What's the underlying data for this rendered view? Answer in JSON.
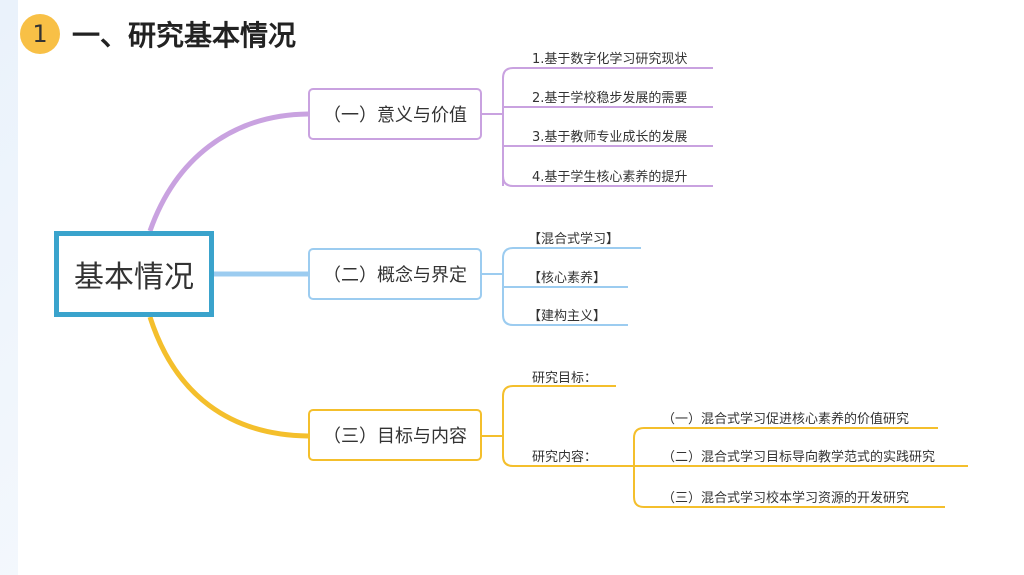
{
  "slide": {
    "number": "1",
    "title": "一、研究基本情况"
  },
  "mindmap": {
    "root": "基本情况",
    "branches": [
      {
        "label": "（一）意义与价值",
        "color": "#c9a2e0",
        "items": [
          "1.基于数字化学习研究现状",
          "2.基于学校稳步发展的需要",
          "3.基于教师专业成长的发展",
          "4.基于学生核心素养的提升"
        ]
      },
      {
        "label": "（二）概念与界定",
        "color": "#9cccf0",
        "items": [
          "【混合式学习】",
          "【核心素养】",
          "【建构主义】"
        ]
      },
      {
        "label": "（三）目标与内容",
        "color": "#f4bf2c",
        "items": [
          "研究目标：",
          "研究内容："
        ],
        "sub_items": [
          "（一）混合式学习促进核心素养的价值研究",
          "（二）混合式学习目标导向教学范式的实践研究",
          "（三）混合式学习校本学习资源的开发研究"
        ]
      }
    ]
  }
}
